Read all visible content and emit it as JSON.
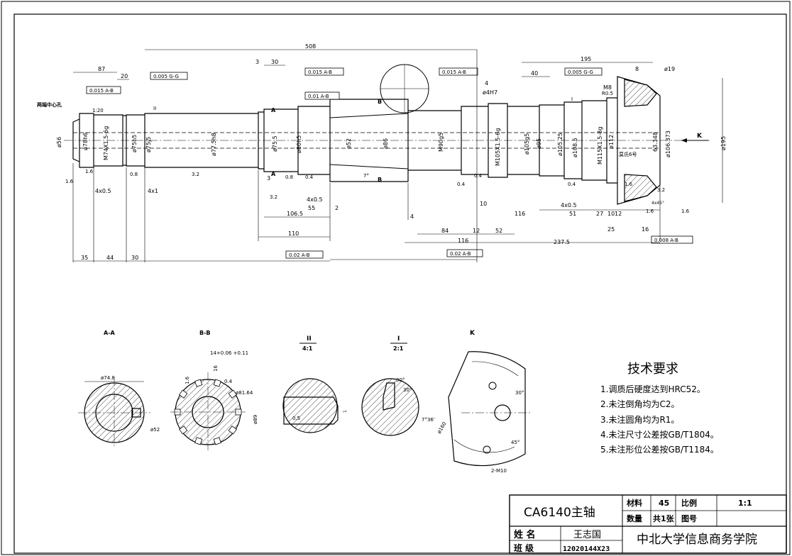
{
  "title_block": {
    "part_name": "CA6140主轴",
    "material_label": "材料",
    "material_value": "45",
    "scale_label": "比例",
    "scale_value": "1:1",
    "quantity_label": "数量",
    "quantity_value": "共1张",
    "drawing_no_label": "图号",
    "name_label": "姓 名",
    "name_value": "王志国",
    "class_label": "班 级",
    "class_value": "12020144X23",
    "school": "中北大学信息商务学院"
  },
  "tech_requirements": {
    "heading": "技术要求",
    "items": [
      "1.调质后硬度达到HRC52。",
      "2.未注倒角均为C2。",
      "3.未注圆角均为R1。",
      "4.未注尺寸公差按GB/T1804。",
      "5.未注形位公差按GB/T1184。"
    ]
  },
  "section_views": {
    "aa": {
      "label": "A-A",
      "dia_top": "ø74.8",
      "dia_bottom": "ø52"
    },
    "bb": {
      "label": "B-B",
      "tol": "14+0.06 +0.11",
      "dia1": "ø81.64",
      "dia2": "ø89",
      "r1": "1.6",
      "r2": "0.4",
      "r3": "16"
    },
    "detail2": {
      "label": "II",
      "scale": "4:1",
      "d1": "0.5",
      "d2": "1"
    },
    "detail1": {
      "label": "I",
      "scale": "2:1",
      "a1": "30°",
      "a2": "30°",
      "a3": "7°36'",
      "d1": "ø160"
    },
    "k": {
      "label": "K",
      "a1": "30°",
      "a2": "45°",
      "note": "2-M10"
    }
  },
  "main_view": {
    "overall_length": "508",
    "right_len": "195",
    "dia_right": "ø195",
    "k_arrow": "K",
    "note_center_holes": "两端中心孔",
    "gt_labels": [
      "0.005 G-G",
      "0.015 A-B",
      "0.015 A-B",
      "0.01 A-B",
      "0.015 A-B",
      "0.005 G-G",
      "0.02 A-B",
      "0.02 A-B",
      "0.008 A-B"
    ],
    "top_dims": [
      "87",
      "20",
      "3",
      "30",
      "40",
      "8",
      "4",
      "ø4H7",
      "M8",
      "R0.5",
      "ø19"
    ],
    "dia_labels": [
      "ø56",
      "ø78h6",
      "M74X1.5-6g",
      "ø75h5",
      "ø75j5",
      "ø77.5h8",
      "ø75.5",
      "ø80h5",
      "ø52",
      "ø86",
      "M90g5",
      "M105X1.5-6g",
      "ø105g5",
      "ø95",
      "ø105.25",
      "ø108.5",
      "M115X1.5-8g",
      "ø112",
      "63.348",
      "ø106.373"
    ],
    "bottom_dims": [
      "35",
      "44",
      "30",
      "4x0.5",
      "4x1",
      "3",
      "106.5",
      "110",
      "4x0.5",
      "55",
      "2",
      "4",
      "84",
      "12",
      "52",
      "116",
      "116",
      "10",
      "4x0.5",
      "51",
      "27",
      "10",
      "12",
      "16",
      "237.5",
      "25",
      "4x45°"
    ],
    "roughness": [
      "1.6",
      "0.8",
      "3.2",
      "0.8",
      "0.4",
      "0.4",
      "1.6",
      "0.4",
      "1.6",
      "3.2",
      "0.4",
      "1.6",
      "3.2",
      "1.6"
    ],
    "section_marks": [
      "A",
      "A",
      "B",
      "B",
      "I",
      "II"
    ],
    "taper_note": "莫氏6号",
    "small_labels": [
      "1:20",
      "3.2",
      "7°",
      "0.4",
      "0.4"
    ]
  }
}
